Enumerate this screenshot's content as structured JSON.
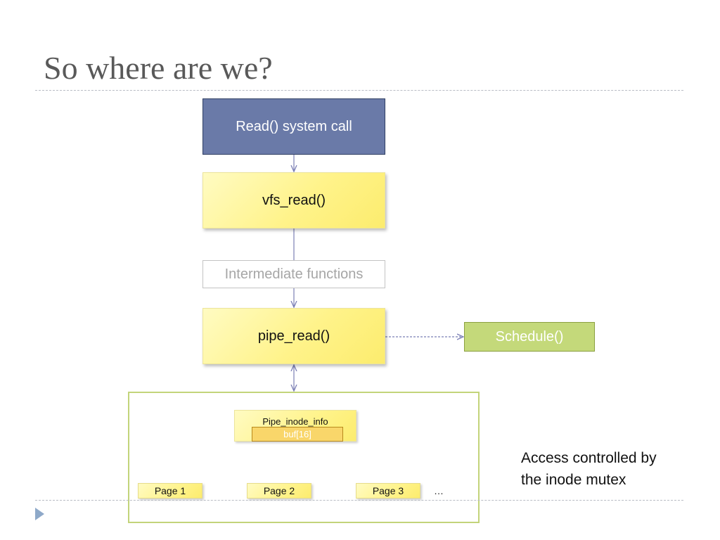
{
  "slide": {
    "title": "So where are we?"
  },
  "diagram": {
    "read_call": "Read() system call",
    "vfs_read": "vfs_read()",
    "intermediate": "Intermediate functions",
    "pipe_read": "pipe_read()",
    "schedule": "Schedule()",
    "pipe_inode_info": "Pipe_inode_info",
    "buf": "buf[16]",
    "pages": [
      "Page 1",
      "Page 2",
      "Page 3"
    ],
    "ellipsis": "…"
  },
  "note": {
    "line1": "Access controlled by",
    "line2": "the inode mutex"
  },
  "colors": {
    "title": "#595959",
    "read_box": "#6a7aa8",
    "function_box": "#fff38a",
    "schedule_box": "#c4d97a",
    "container_border": "#c3d47a",
    "buffer": "#f9d66a",
    "connector": "#7b7fb5"
  }
}
